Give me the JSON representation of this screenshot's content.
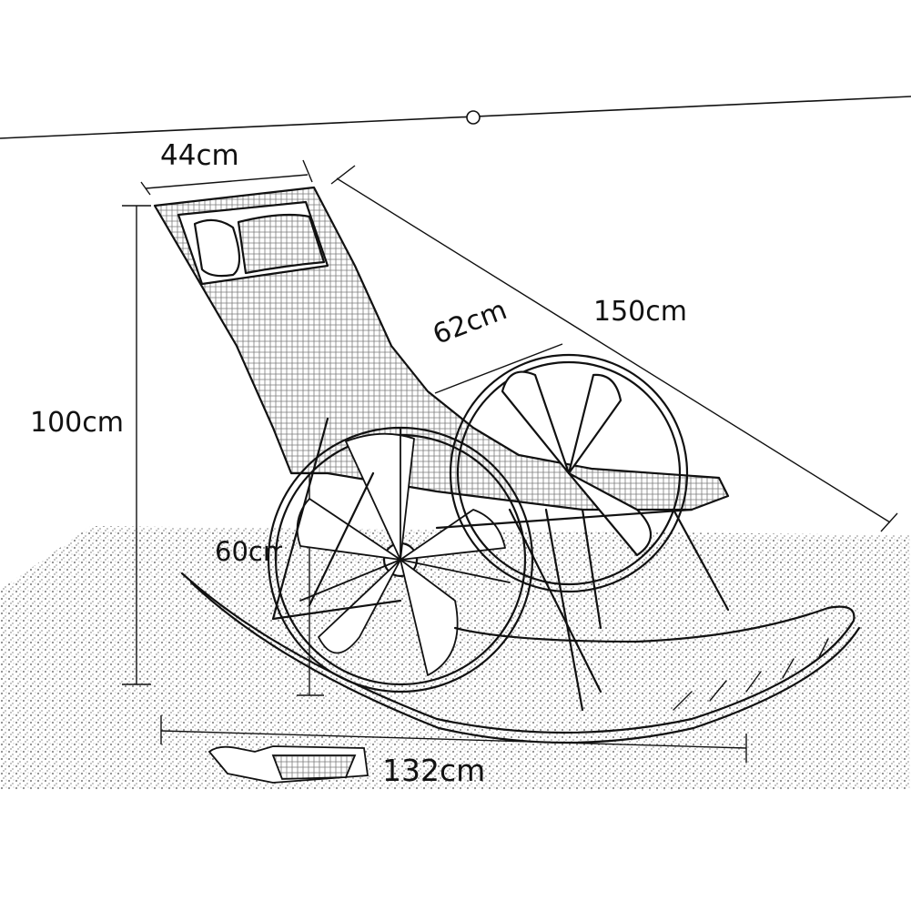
{
  "figure": {
    "dimensions": {
      "width_top": "44cm",
      "height_total": "100cm",
      "backrest_depth": "62cm",
      "diagonal_length": "150cm",
      "seat_height": "60cm",
      "length_base": "132cm"
    },
    "colors": {
      "line": "#111111",
      "carpet": "#bdbdbd",
      "background": "#ffffff"
    }
  }
}
